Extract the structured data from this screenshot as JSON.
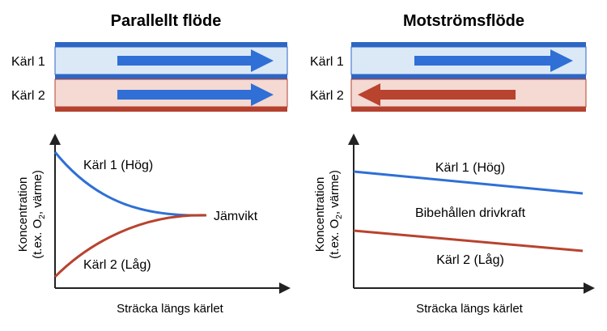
{
  "colors": {
    "vessel1_fill": "#dbe9f7",
    "vessel1_border": "#2e66c4",
    "vessel2_fill": "#f5d9d3",
    "vessel2_border": "#b5412f",
    "blue": "#2f6fd6",
    "red": "#b8432e",
    "axis": "#222222"
  },
  "parallel": {
    "title": "Parallellt flöde",
    "vessel1_label": "Kärl 1",
    "vessel2_label": "Kärl 2",
    "vessel1_arrow_icon": "arrow-right-icon",
    "vessel2_arrow_icon": "arrow-right-icon"
  },
  "countercurrent": {
    "title": "Motströmsflöde",
    "vessel1_label": "Kärl 1",
    "vessel2_label": "Kärl 2",
    "vessel1_arrow_icon": "arrow-right-icon",
    "vessel2_arrow_icon": "arrow-left-icon"
  },
  "chart_data": [
    {
      "type": "line",
      "ylabel_line1": "Koncentration",
      "ylabel_line2_prefix": "(t.ex. O",
      "ylabel_line2_sub": "2",
      "ylabel_line2_suffix": ", värme)",
      "xlabel": "Sträcka längs kärlet",
      "series": [
        {
          "name": "Kärl 1 (Hög)",
          "trend": "exponential decay toward equilibrium"
        },
        {
          "name": "Kärl 2 (Låg)",
          "trend": "exponential rise toward equilibrium"
        }
      ],
      "annotations": [
        "Jämvikt"
      ]
    },
    {
      "type": "line",
      "ylabel_line1": "Koncentration",
      "ylabel_line2_prefix": "(t.ex. O",
      "ylabel_line2_sub": "2",
      "ylabel_line2_suffix": ", värme)",
      "xlabel": "Sträcka längs kärlet",
      "series": [
        {
          "name": "Kärl 1 (Hög)",
          "trend": "linear slight decrease"
        },
        {
          "name": "Kärl 2 (Låg)",
          "trend": "linear slight decrease"
        }
      ],
      "annotations": [
        "Bibehållen drivkraft"
      ]
    }
  ]
}
